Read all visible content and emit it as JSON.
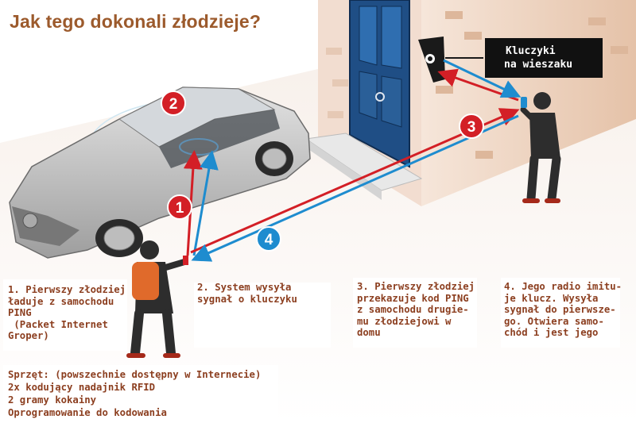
{
  "title": "Jak tego dokonali złodzieje?",
  "callout": {
    "line1": "Kluczyki",
    "line2": "na wieszaku"
  },
  "badges": [
    "1",
    "2",
    "3",
    "4"
  ],
  "steps": [
    {
      "text": "1. Pierwszy złodziej\nładuje z samochodu\nPING\n (Packet Internet\nGroper)"
    },
    {
      "text": "2. System wysyła\nsygnał o kluczyku"
    },
    {
      "text": "3. Pierwszy złodziej\nprzekazuje kod PING\nz samochodu drugie-\nmu złodziejowi w\ndomu"
    },
    {
      "text": "4. Jego radio imitu-\nje klucz. Wysyła\nsygnał do pierwsze-\ngo. Otwiera samo-\nchód i jest jego"
    }
  ],
  "equipment": {
    "heading": "Sprzęt: (powszechnie dostępny w Internecie)",
    "items": [
      "2x kodujący nadajnik RFID",
      "2 gramy kokainy",
      "Oprogramowanie do kodowania"
    ]
  },
  "colors": {
    "title": "#9c5a2c",
    "caption": "#8c3f20",
    "red_arrow": "#d31f26",
    "blue_arrow": "#1e8ccf",
    "car": "#b9b9b9",
    "door": "#1f4e85",
    "wall": "#e9cab2"
  }
}
